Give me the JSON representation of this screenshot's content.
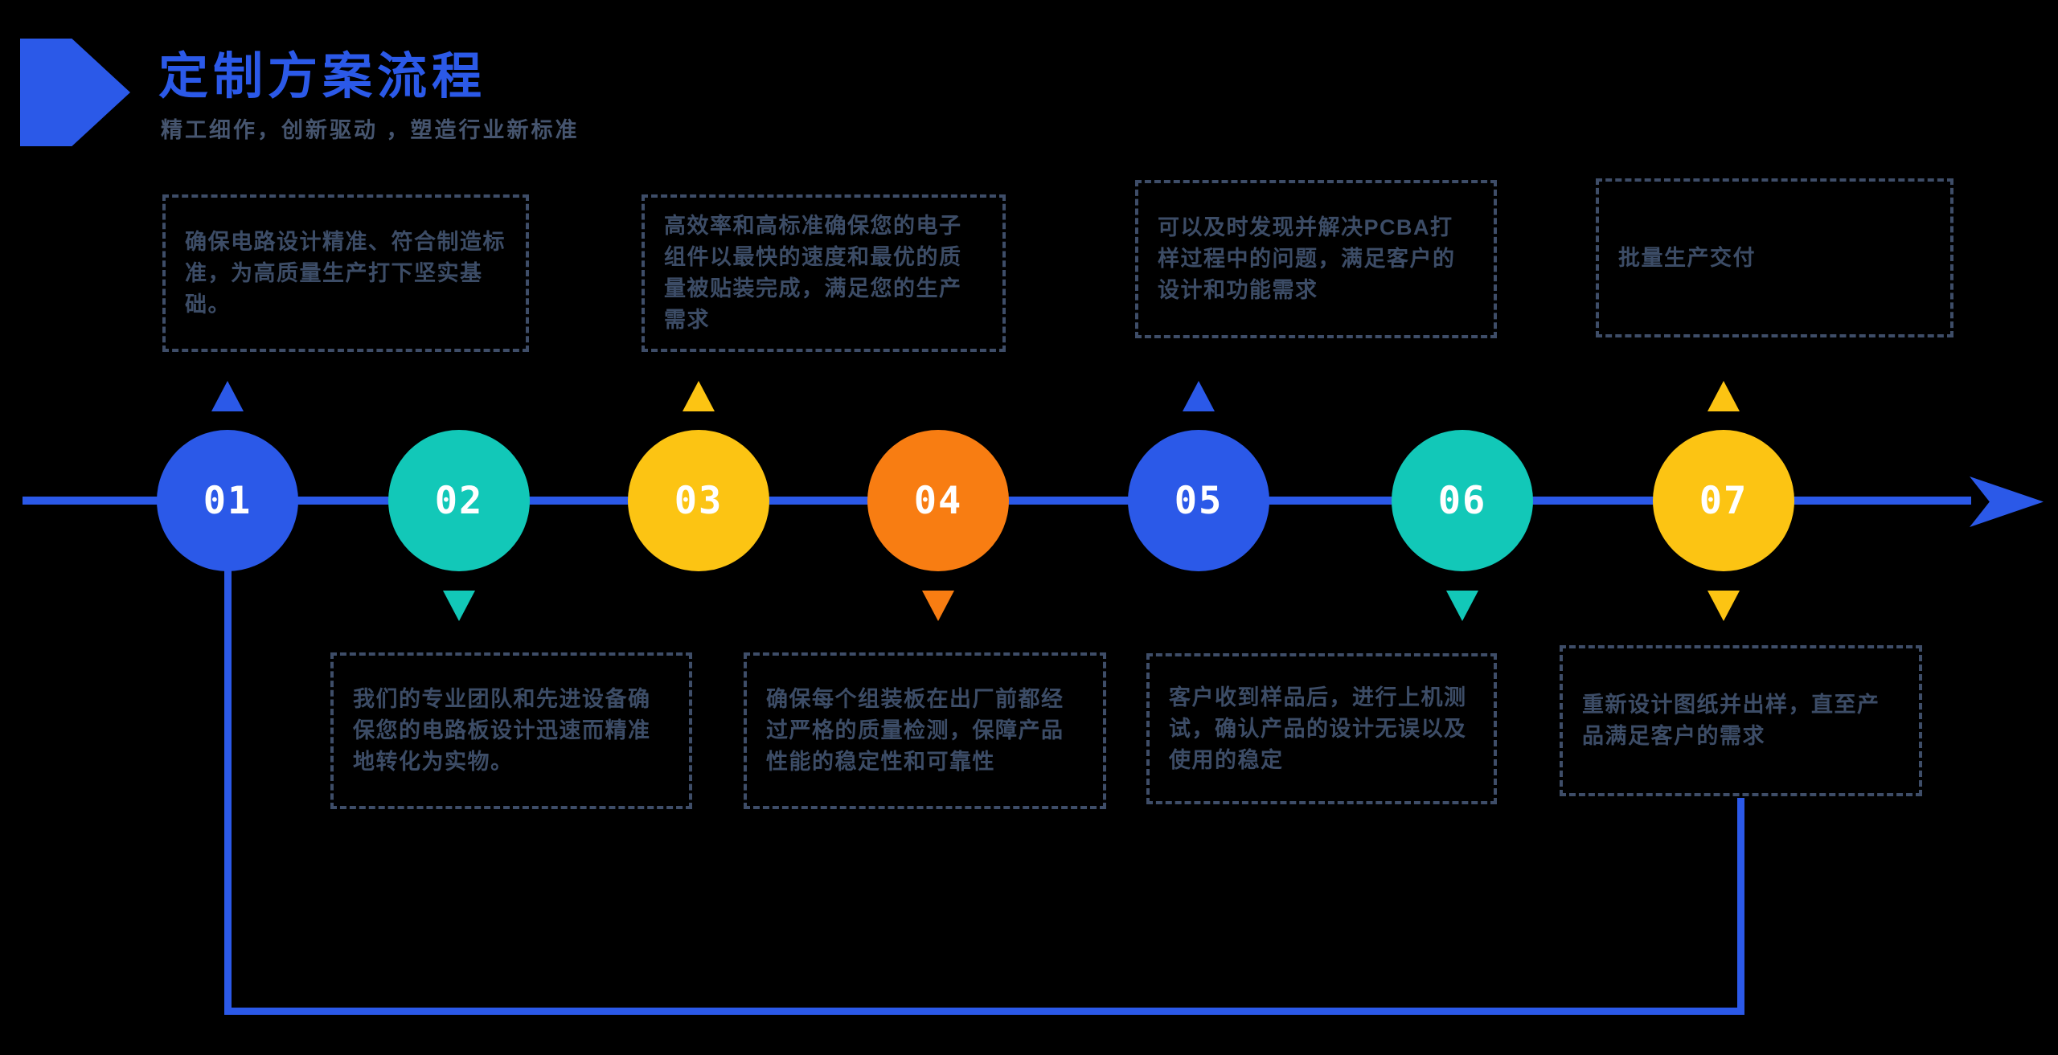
{
  "header": {
    "title": "定制方案流程",
    "subtitle": "精工细作，创新驱动 ，塑造行业新标准"
  },
  "colors": {
    "blue": "#2b59e8",
    "teal": "#12c8b8",
    "yellow": "#fcc413",
    "orange": "#f87d12",
    "slate": "#3e4d68",
    "text": "#3c4c66",
    "subtitle": "#46556f",
    "num": "#ffffff",
    "bg": "#000000"
  },
  "icons": {
    "pentagon": "right-pointing pentagon accent shape",
    "arrowhead": "notched right arrowhead ending the timeline",
    "triangle_up": "small upward triangle connector",
    "triangle_down": "small downward triangle connector"
  },
  "steps": [
    {
      "num": "01",
      "color": "blue",
      "top": "确保电路设计精准、符合制造标准，为高质量生产打下坚实基础。"
    },
    {
      "num": "02",
      "color": "teal",
      "bottom": "我们的专业团队和先进设备确保您的电路板设计迅速而精准地转化为实物。"
    },
    {
      "num": "03",
      "color": "yellow",
      "top": "高效率和高标准确保您的电子组件以最快的速度和最优的质量被贴装完成，满足您的生产需求"
    },
    {
      "num": "04",
      "color": "orange",
      "bottom": "确保每个组装板在出厂前都经过严格的质量检测，保障产品性能的稳定性和可靠性"
    },
    {
      "num": "05",
      "color": "blue",
      "top": "可以及时发现并解决PCBA打样过程中的问题，满足客户的设计和功能需求"
    },
    {
      "num": "06",
      "color": "teal",
      "bottom": "客户收到样品后，进行上机测试，确认产品的设计无误以及使用的稳定"
    },
    {
      "num": "07",
      "color": "yellow",
      "top": "批量生产交付",
      "bottom": "重新设计图纸并出样，直至产品满足客户的需求"
    }
  ]
}
